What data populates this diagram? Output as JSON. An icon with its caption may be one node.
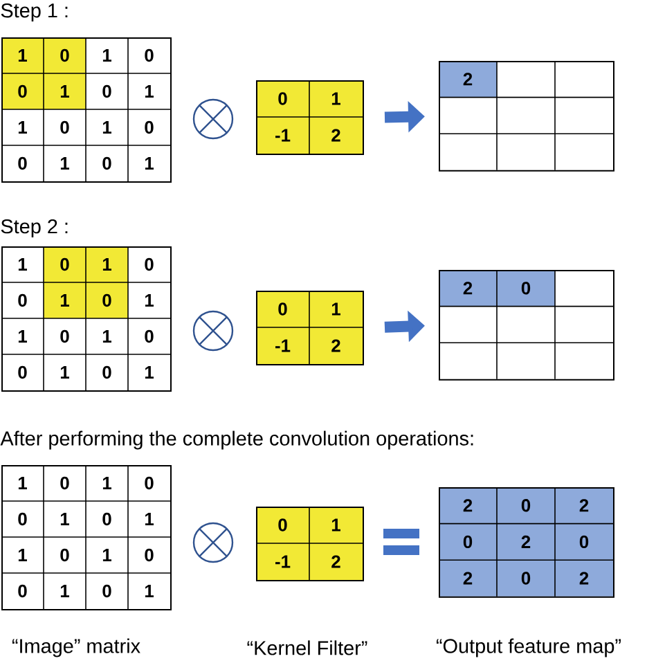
{
  "diagram": {
    "nodes": [
      {
        "text": [
          "1",
          "0",
          "1",
          "0",
          "0",
          "1",
          "0",
          "1",
          "1",
          "0",
          "1",
          "0",
          "0",
          "1",
          "0",
          "1"
        ]
      },
      {
        "text": [
          "0",
          "1",
          "-1",
          "2"
        ]
      },
      {
        "text": [
          "2"
        ]
      },
      {
        "text": [
          "1",
          "0",
          "1",
          "0",
          "0",
          "1",
          "0",
          "1",
          "1",
          "0",
          "1",
          "0",
          "0",
          "1",
          "0",
          "1"
        ]
      },
      {
        "text": [
          "0",
          "1",
          "-1",
          "2"
        ]
      },
      {
        "text": [
          "2",
          "0"
        ]
      },
      {
        "text": [
          "1",
          "0",
          "1",
          "0",
          "0",
          "1",
          "0",
          "1",
          "1",
          "0",
          "1",
          "0",
          "0",
          "1",
          "0",
          "1"
        ]
      },
      {
        "text": [
          "0",
          "1",
          "-1",
          "2"
        ]
      },
      {
        "text": [
          "2",
          "0",
          "2",
          "0",
          "2",
          "0",
          "2",
          "0",
          "2"
        ]
      }
    ],
    "edges": [
      {
        "from": 1,
        "to": 2,
        "arrow": "to"
      },
      {
        "from": 4,
        "to": 5,
        "arrow": "to"
      }
    ],
    "labels": [
      "Step 1 :",
      "Step 2 :",
      "After performing the complete convolution operations:",
      "“Image” matrix",
      "“Kernel Filter”",
      "“Output feature map”"
    ]
  }
}
